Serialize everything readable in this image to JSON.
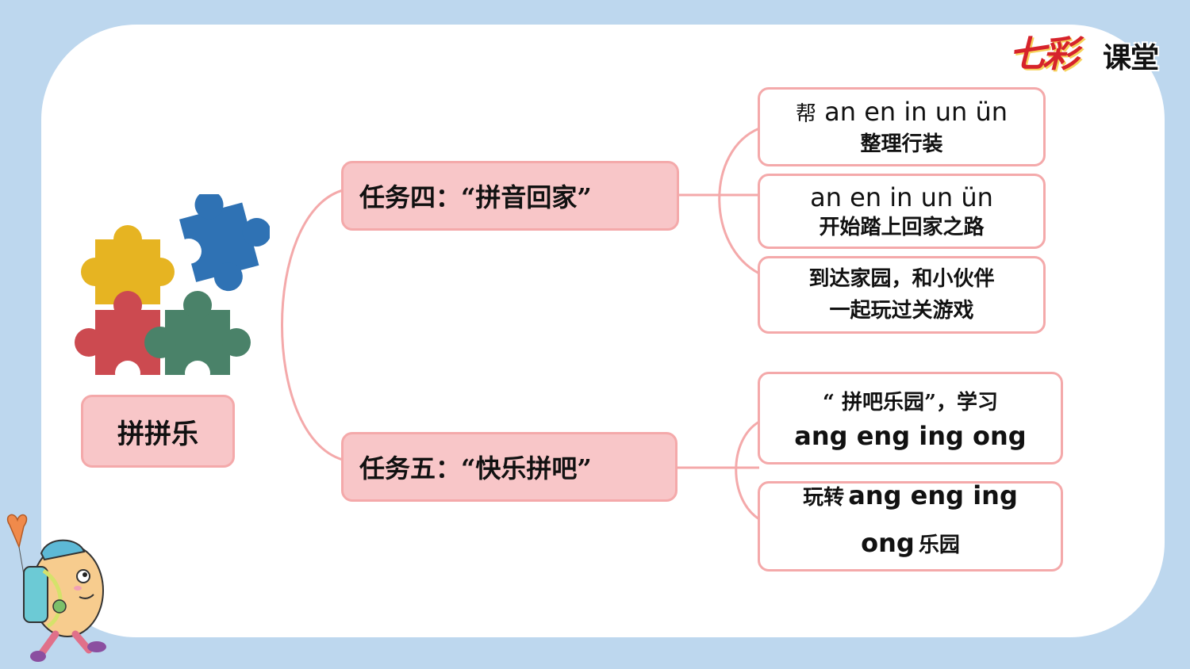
{
  "logo": {
    "brand_a": "七彩",
    "brand_b": "课堂"
  },
  "root": {
    "label": "拼拼乐"
  },
  "branches": [
    {
      "label": "任务四：“拼音回家”",
      "children": [
        {
          "line1_prefix": "帮",
          "line1_pinyin": "an en in un ün",
          "line2": "整理行装"
        },
        {
          "line1_pinyin": "an en in un ün",
          "line2": "开始踏上回家之路"
        },
        {
          "line1": "到达家园，和小伙伴",
          "line2": "一起玩过关游戏"
        }
      ]
    },
    {
      "label": "任务五：“快乐拼吧”",
      "children": [
        {
          "line1": "“ 拼吧乐园”，学习",
          "line2_pinyin": "ang  eng  ing  ong"
        },
        {
          "line1_prefix": "玩转",
          "line1_pinyin": "ang  eng  ing",
          "line2_pinyin": "ong",
          "line2_suffix": "乐园"
        }
      ]
    }
  ],
  "colors": {
    "background": "#bdd7ee",
    "panel": "#ffffff",
    "node_fill": "#f8c6c8",
    "node_border": "#f4a9aa",
    "connector": "#f4a9aa",
    "puzzle_yellow": "#e6b422",
    "puzzle_blue": "#2f72b4",
    "puzzle_red": "#cc4a50",
    "puzzle_green": "#4a8269"
  },
  "icons": [
    "puzzle-icon",
    "mascot-egg-character",
    "heart-balloon-icon",
    "brand-logo"
  ]
}
